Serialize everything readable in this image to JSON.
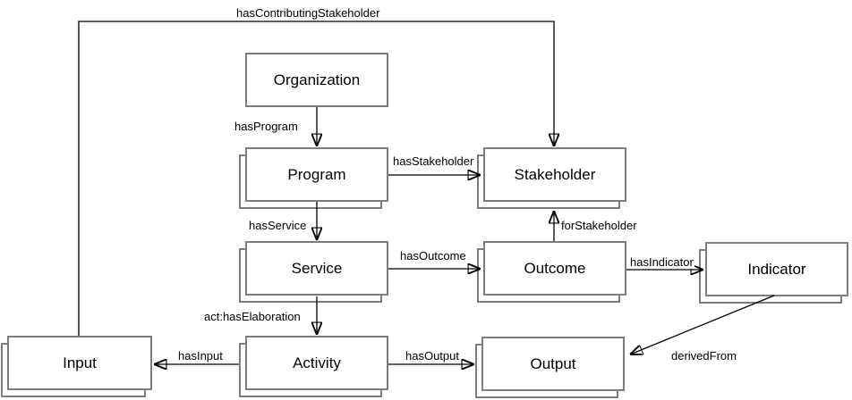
{
  "colors": {
    "background": "#ffffff",
    "node_border": "#7d7d7d",
    "node_fill": "#ffffff",
    "edge": "#000000",
    "text": "#000000"
  },
  "diagram": {
    "type": "ontology-graph",
    "nodes": [
      {
        "id": "organization",
        "label": "Organization",
        "stacked": false
      },
      {
        "id": "program",
        "label": "Program",
        "stacked": true
      },
      {
        "id": "stakeholder",
        "label": "Stakeholder",
        "stacked": true
      },
      {
        "id": "service",
        "label": "Service",
        "stacked": true
      },
      {
        "id": "outcome",
        "label": "Outcome",
        "stacked": true
      },
      {
        "id": "indicator",
        "label": "Indicator",
        "stacked": true
      },
      {
        "id": "input",
        "label": "Input",
        "stacked": true
      },
      {
        "id": "activity",
        "label": "Activity",
        "stacked": true
      },
      {
        "id": "output",
        "label": "Output",
        "stacked": true
      }
    ],
    "edges": [
      {
        "label": "hasContributingStakeholder",
        "from": "input",
        "to": "stakeholder"
      },
      {
        "label": "hasProgram",
        "from": "organization",
        "to": "program"
      },
      {
        "label": "hasStakeholder",
        "from": "program",
        "to": "stakeholder"
      },
      {
        "label": "hasService",
        "from": "program",
        "to": "service"
      },
      {
        "label": "forStakeholder",
        "from": "outcome",
        "to": "stakeholder"
      },
      {
        "label": "hasOutcome",
        "from": "service",
        "to": "outcome"
      },
      {
        "label": "hasIndicator",
        "from": "outcome",
        "to": "indicator"
      },
      {
        "label": "act:hasElaboration",
        "from": "service",
        "to": "activity"
      },
      {
        "label": "hasInput",
        "from": "activity",
        "to": "input"
      },
      {
        "label": "hasOutput",
        "from": "activity",
        "to": "output"
      },
      {
        "label": "derivedFrom",
        "from": "indicator",
        "to": "output"
      }
    ]
  }
}
